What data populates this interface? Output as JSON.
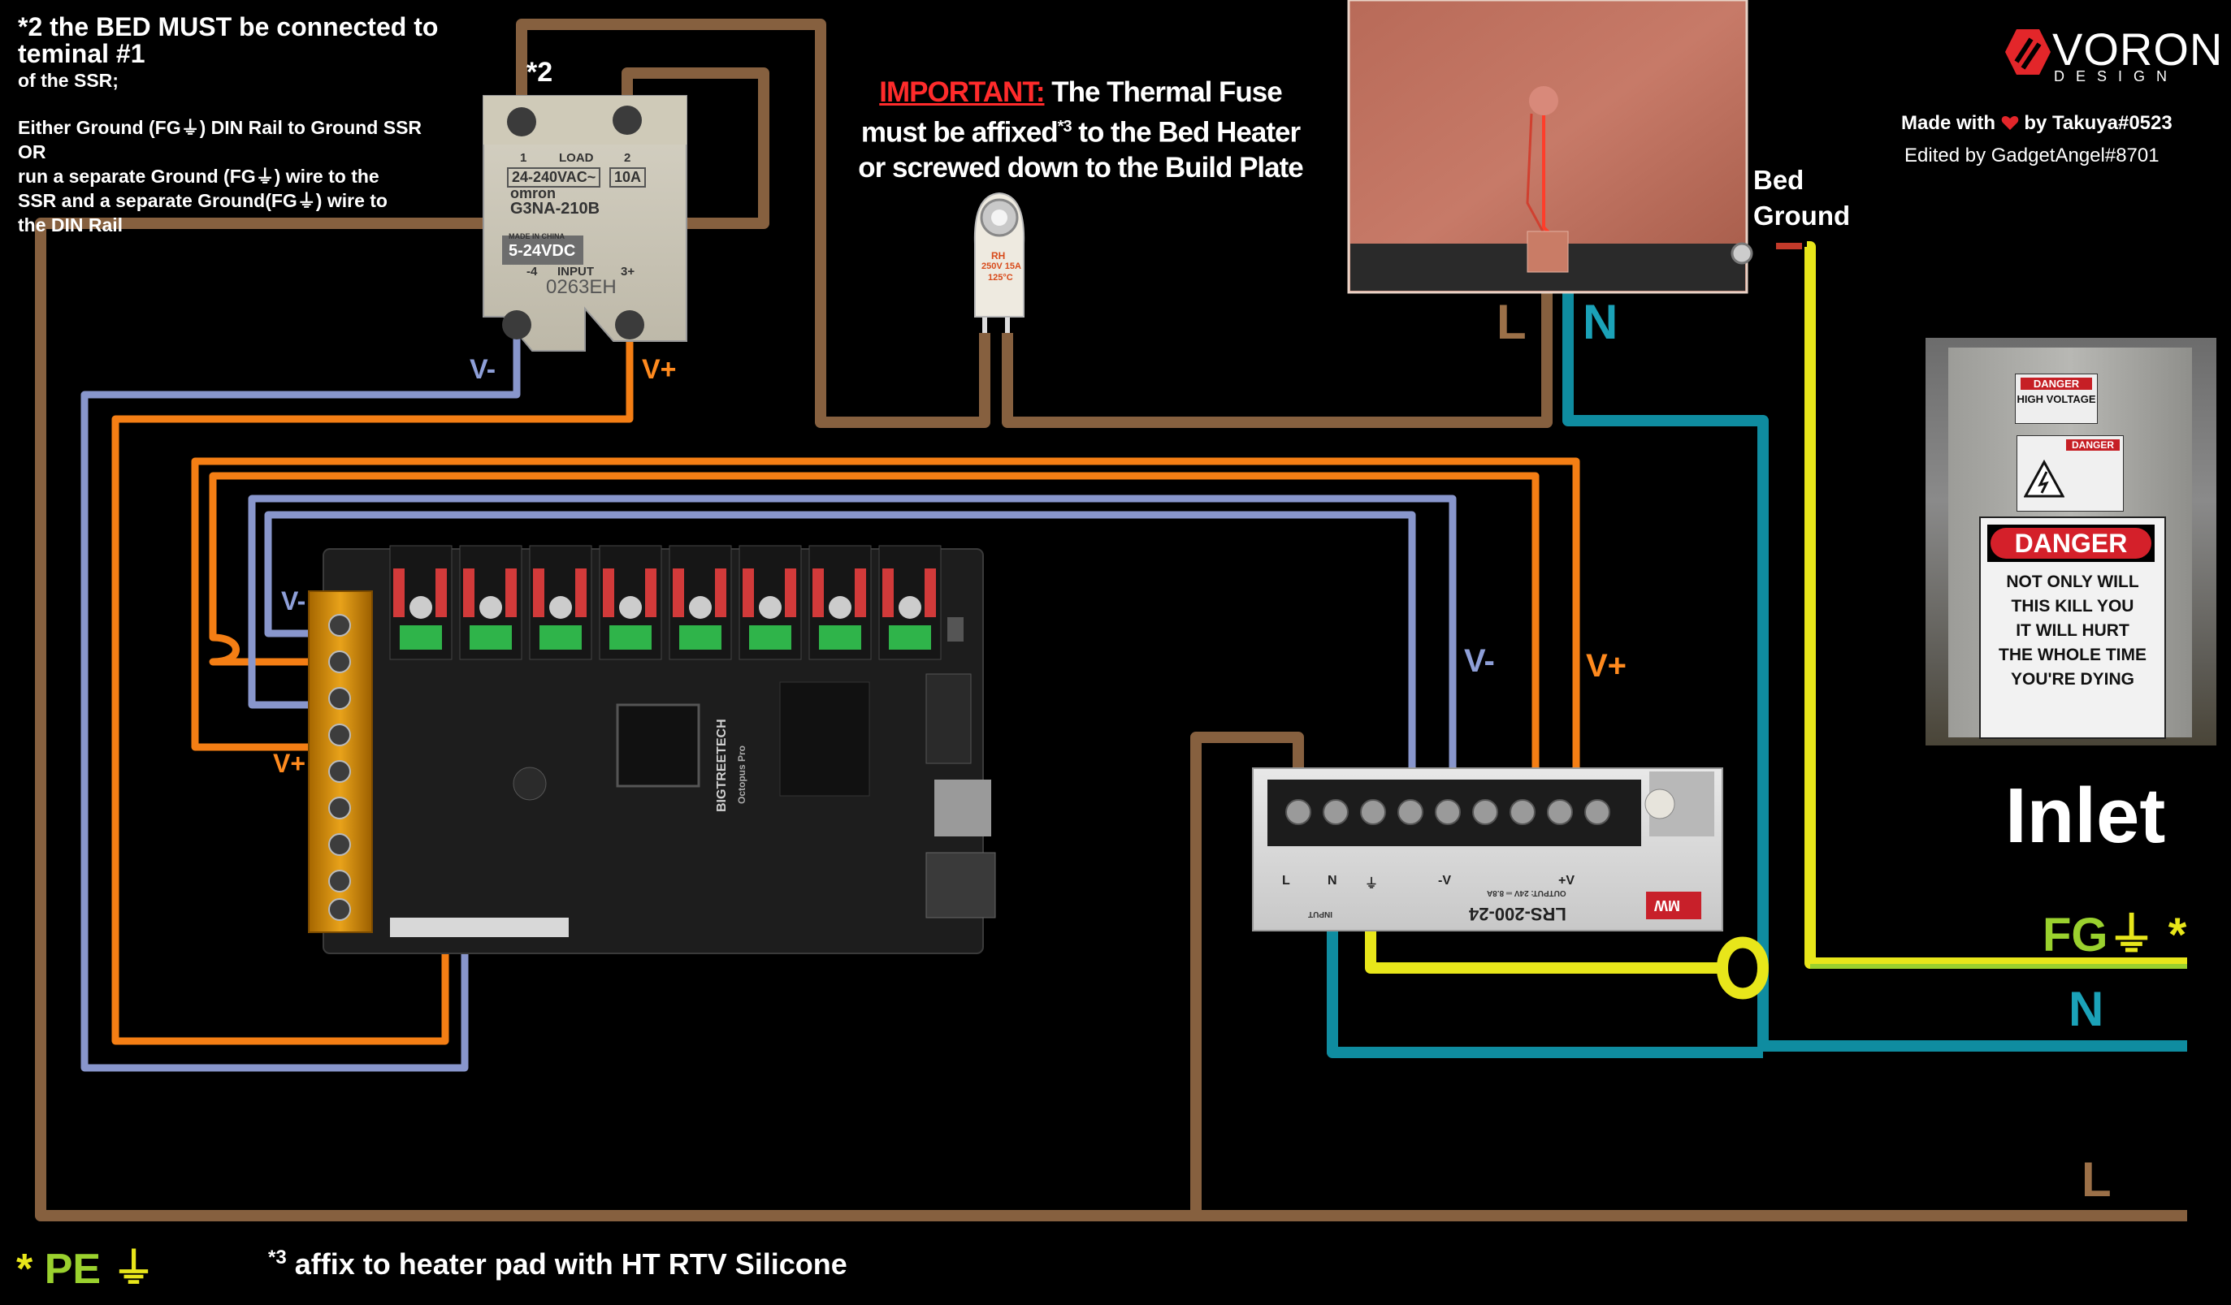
{
  "notes": {
    "ssr_note_line1": "*2 the BED MUST  be connected to teminal #1",
    "ssr_note_line2": "of the SSR;",
    "ground_note_line1": "Either Ground (FG⏚) DIN Rail to Ground SSR",
    "ground_note_line2": "OR",
    "ground_note_line3": "run a separate Ground (FG⏚) wire to the",
    "ground_note_line4": "SSR and a separate Ground(FG⏚) wire to",
    "ground_note_line5": "the DIN Rail",
    "ssr_marker": "*2",
    "fuse_important": "IMPORTANT:",
    "fuse_line1_rest": " The Thermal Fuse",
    "fuse_line2_a": "must be affixed",
    "fuse_line2_sup": "*3",
    "fuse_line2_b": " to the Bed Heater",
    "fuse_line3": "or screwed down to the Build Plate",
    "footnote_sup": "*3",
    "footnote_text": " affix to heater pad with HT RTV Silicone",
    "pe_star": "*",
    "pe_label": "PE",
    "pe_symbol": "⏚"
  },
  "branding": {
    "logo_text": "VORON",
    "logo_subtext": "DESIGN",
    "made_with": "Made with",
    "made_by": "by Takuya#0523",
    "edited_by": "Edited by GadgetAngel#8701"
  },
  "labels": {
    "ssr_vminus": "V-",
    "ssr_vplus": "V+",
    "bed_L": "L",
    "bed_N": "N",
    "bed_ground_1": "Bed",
    "bed_ground_2": "Ground",
    "mcu_vminus": "V-",
    "mcu_vplus": "V+",
    "psu_vminus": "V-",
    "psu_vplus": "V+",
    "inlet_title": "Inlet",
    "inlet_fg": "FG",
    "inlet_fg_symbol": "⏚",
    "inlet_fg_star": "*",
    "inlet_N": "N",
    "inlet_L": "L"
  },
  "ssr": {
    "terminal_1": "1",
    "terminal_2": "2",
    "load_label": "LOAD",
    "rating": "24-240VAC~",
    "current": "10A",
    "brand": "omron",
    "model": "G3NA-210B",
    "made_in": "MADE IN CHINA",
    "input_range": "5-24VDC",
    "input_label": "INPUT",
    "minus_pin": "-4",
    "plus_pin": "3+",
    "code": "0263EH"
  },
  "fuse": {
    "marking_line1": "RH",
    "marking_line2": "250V 15A",
    "marking_line3": "125°C"
  },
  "psu": {
    "terminal_L": "L",
    "terminal_N": "N",
    "terminal_G": "⏚",
    "terminal_vminus": "-V",
    "terminal_vplus": "+V",
    "model": "LRS-200-24",
    "brand": "MW",
    "output_label": "OUTPUT:  24V ═ 8.8A",
    "input_label": "INPUT"
  },
  "mcu": {
    "brand": "BIGTREETECH",
    "model": "Octopus Pro"
  },
  "danger_sign": {
    "small_header": "DANGER",
    "small_text": "HIGH VOLTAGE",
    "small2_header": "DANGER",
    "main_header": "DANGER",
    "line1": "NOT ONLY WILL",
    "line2": "THIS KILL YOU",
    "line3": "IT WILL HURT",
    "line4": "THE WHOLE TIME",
    "line5": "YOU'RE DYING"
  },
  "colors": {
    "brown_L": "#86603f",
    "teal_N": "#0f8ca0",
    "yellow_FG": "#e8e61a",
    "green_FG": "#9ad12e",
    "orange_vplus": "#f47e14",
    "lavender_vminus": "#8896cc",
    "important_red": "#ff2b2b",
    "voron_red": "#e3262a"
  }
}
